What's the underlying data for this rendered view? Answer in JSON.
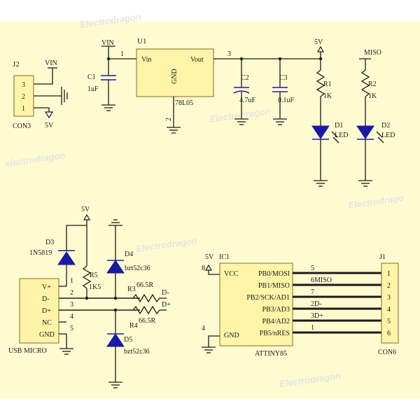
{
  "colors": {
    "background": "#ffffff",
    "board_band": "#fffbd0",
    "ic_fill": "#fff4a8",
    "ic_border": "#8a6a2a",
    "wire": "#1a1a1a",
    "diode": "#1a1aa0",
    "cap": "#1a1aa0"
  },
  "watermarks": [
    "Electrodragon",
    "Electrodragon",
    "electrodragon",
    "Electrodrago",
    "Electrodragon",
    "Electrodragon"
  ],
  "j2": {
    "ref": "J2",
    "name": "CON3",
    "pins": [
      "3",
      "2",
      "1"
    ],
    "vin": "VIN",
    "v5": "5V"
  },
  "vreg": {
    "vin_net": "VIN",
    "net1": "1",
    "ref": "U1",
    "vin_pin": "Vin",
    "vout_pin": "Vout",
    "gnd_pin": "GND",
    "part": "78L05",
    "gnd_net": "2",
    "net3": "3",
    "v5": "5V"
  },
  "caps": {
    "c1_ref": "C1",
    "c1_val": "1uF",
    "c2_ref": "C2",
    "c2_val": "4.7uF",
    "c3_ref": "C3",
    "c3_val": "0.1uF"
  },
  "leds": {
    "r1_ref": "R1",
    "r1_val": "1K",
    "r2_ref": "R2",
    "r2_val": "1K",
    "miso": "MISO",
    "d1_ref": "D1",
    "d1_val": "LED",
    "d2_ref": "D2",
    "d2_val": "LED"
  },
  "usb": {
    "name": "USB MICRO",
    "pins": [
      "V+",
      "D-",
      "D+",
      "NC",
      "GND"
    ],
    "nums": [
      "1",
      "2",
      "3",
      "4",
      "5"
    ],
    "d3_ref": "D3",
    "d3_val": "1N5819",
    "v5": "5V",
    "r5_ref": "R5",
    "r5_val": "1K5",
    "d4_ref": "D4",
    "d4_val": "bzt52c36",
    "d5_ref": "D5",
    "d5_val": "bzt52c36",
    "r3_ref": "R3",
    "r3_val": "66.5R",
    "r4_ref": "R4",
    "r4_val": "66.5R",
    "dminus": "D-",
    "dplus": "D+"
  },
  "mcu": {
    "v5": "5V",
    "ref": "IC1",
    "pin8": "8",
    "pin4": "4",
    "vcc": "VCC",
    "gnd": "GND",
    "part": "ATTINY85",
    "pins": [
      "PB0/MOSI",
      "PB1/MISO",
      "PB2/SCK/AD1",
      "PB3/AD3",
      "PB4/AD2",
      "PB5/nRES"
    ],
    "nets": [
      "5",
      "6MISO",
      "7",
      "2D-",
      "3D+",
      "1"
    ]
  },
  "j1": {
    "ref": "J1",
    "name": "CON6",
    "pins": [
      "1",
      "2",
      "3",
      "4",
      "5",
      "6"
    ]
  }
}
